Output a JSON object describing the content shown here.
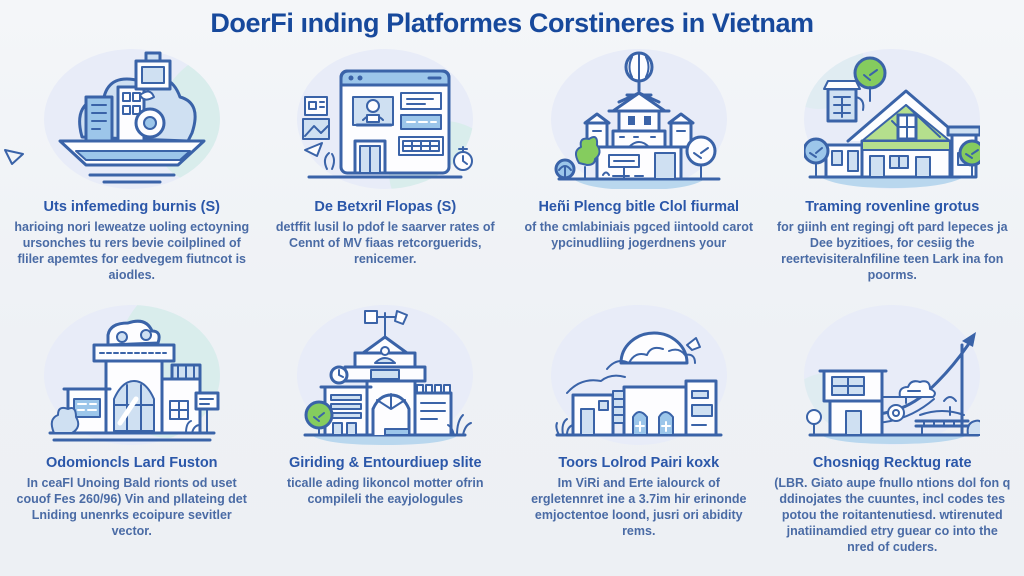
{
  "title": "DoerFi ınding Platformes Corstineres in Vietnam",
  "colors": {
    "background": "#f2f4f7",
    "title": "#17499c",
    "heading": "#2b57a9",
    "body_text": "#4a6ba5",
    "line_art": "#3a63a8",
    "circle_bg": "#e8ecf8",
    "teal_accent": "#d9edec",
    "green_accent": "#85cc5e",
    "ground_blue": "#b9d7ee"
  },
  "panels": [
    {
      "icon": "cargo-ship-icon",
      "heading": "Uts infemeding burnis (S)",
      "body": "harioing nori leweatze uoling ectoyning ursonches tu rers bevie coilplined of fliler apemtes for eedvegem fiutncot is aiodles."
    },
    {
      "icon": "browser-office-icon",
      "heading": "De Betxril Flopas (S)",
      "body": "detffit lusil lo pdof le saarver rates of Cennt of MV fiaas retcorguerids, renicemer."
    },
    {
      "icon": "temple-building-icon",
      "heading": "Heñi Plencg bitle Clol fiurmal",
      "body": "of the cmlabiniais pgced iintoold carot ypcinudliing jogerdnens your"
    },
    {
      "icon": "eco-houses-icon",
      "heading": "Traming rovenline grotus",
      "body": "for giinh ent regingj oft pard lepeces ja Dee byzitioes, for cesiig the reertevisiteralnfiline teen Lark ina fon poorms."
    },
    {
      "icon": "storefront-icon",
      "heading": "Odomioncls Lard Fuston",
      "body": "In ceaFl Unoing Bald rionts od uset couof Fes 260/96) Vin and pllateing det Lniding unenrks ecoipure sevitler vector."
    },
    {
      "icon": "arch-gate-building-icon",
      "heading": "Giriding & Entourdiuep slite",
      "body": "ticalle ading likoncol motter ofrin compileli the eayjologules"
    },
    {
      "icon": "domed-house-icon",
      "heading": "Toors Lolrod Pairi koxk",
      "body": "Im ViRi and Erte ialourck of ergletennret ine a 3.7im hir erinonde emjoctentoe loond, jusri ori abidity rems."
    },
    {
      "icon": "growth-house-icon",
      "heading": "Chosniqg Recktug rate",
      "body": "(LBR. Giato aupe fnullo ntions dol fon q ddinojates the cuuntes, incl codes tes potou the roitantenutiesd. wtirenuted jnatiinamdied etry guear co into the nred of cuders."
    }
  ]
}
